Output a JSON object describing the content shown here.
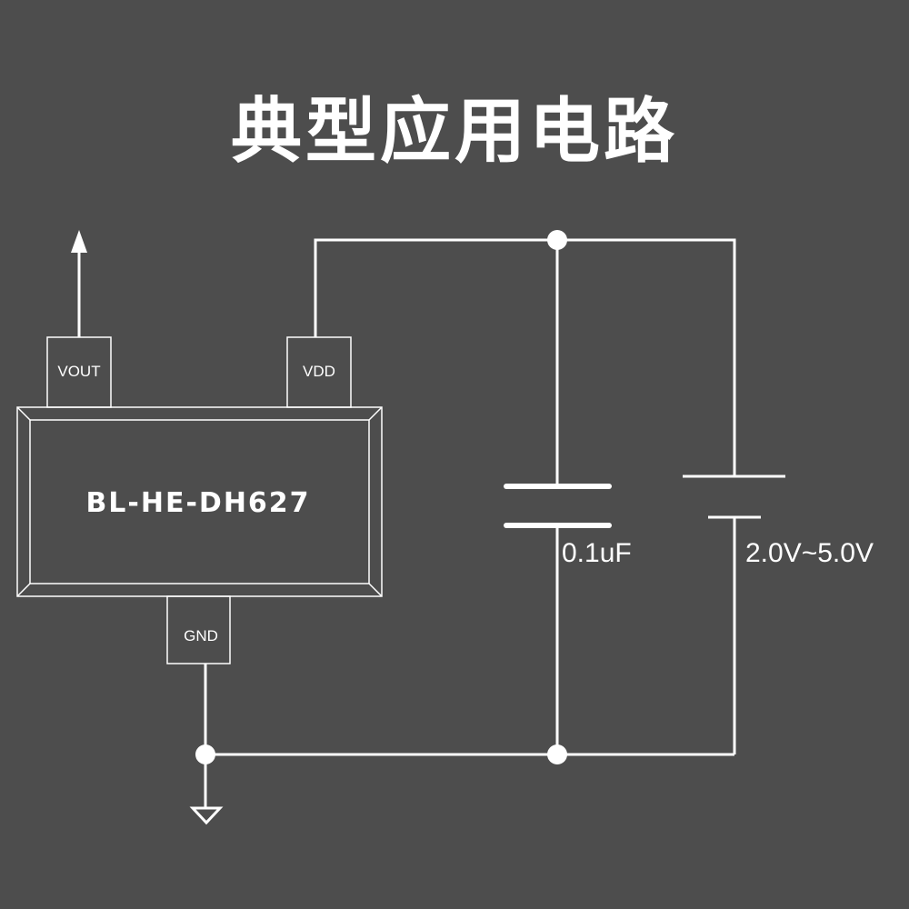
{
  "title": "典型应用电路",
  "chip": {
    "part_number": "BL-HE-DH627",
    "pins": {
      "vout": "VOUT",
      "vdd": "VDD",
      "gnd": "GND"
    }
  },
  "capacitor": {
    "value": "0.1uF"
  },
  "supply": {
    "range": "2.0V~5.0V"
  }
}
